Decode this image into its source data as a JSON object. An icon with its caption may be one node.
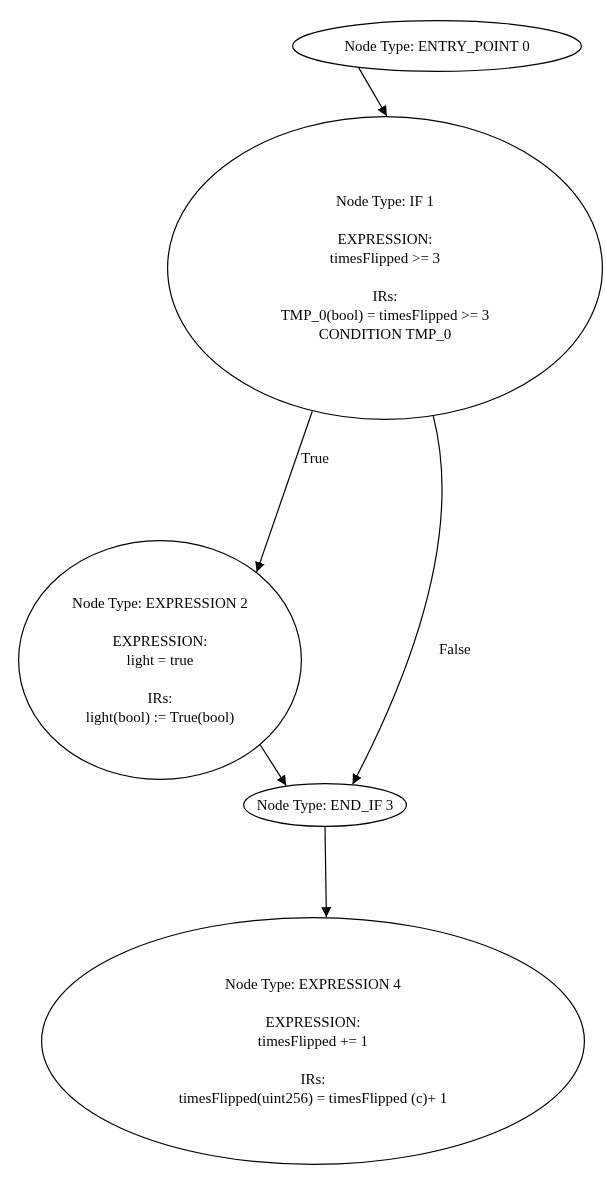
{
  "diagram": {
    "nodes": [
      {
        "text": [
          "Node Type: ENTRY_POINT 0"
        ]
      },
      {
        "text": [
          "Node Type: IF 1",
          "EXPRESSION:",
          "timesFlipped >= 3",
          "IRs:",
          "TMP_0(bool) = timesFlipped >= 3",
          "CONDITION TMP_0"
        ]
      },
      {
        "text": [
          "Node Type: EXPRESSION 2",
          "EXPRESSION:",
          "light = true",
          "IRs:",
          "light(bool) := True(bool)"
        ]
      },
      {
        "text": [
          "Node Type: END_IF 3"
        ]
      },
      {
        "text": [
          "Node Type: EXPRESSION 4",
          "EXPRESSION:",
          "timesFlipped += 1",
          "IRs:",
          "timesFlipped(uint256) = timesFlipped (c)+ 1"
        ]
      }
    ],
    "edges": [
      {
        "from": 0,
        "to": 1,
        "arrow": "to"
      },
      {
        "from": 1,
        "to": 2,
        "arrow": "to",
        "label": "True"
      },
      {
        "from": 1,
        "to": 3,
        "arrow": "to",
        "label": "False"
      },
      {
        "from": 2,
        "to": 3,
        "arrow": "to"
      },
      {
        "from": 3,
        "to": 4,
        "arrow": "to"
      }
    ]
  }
}
